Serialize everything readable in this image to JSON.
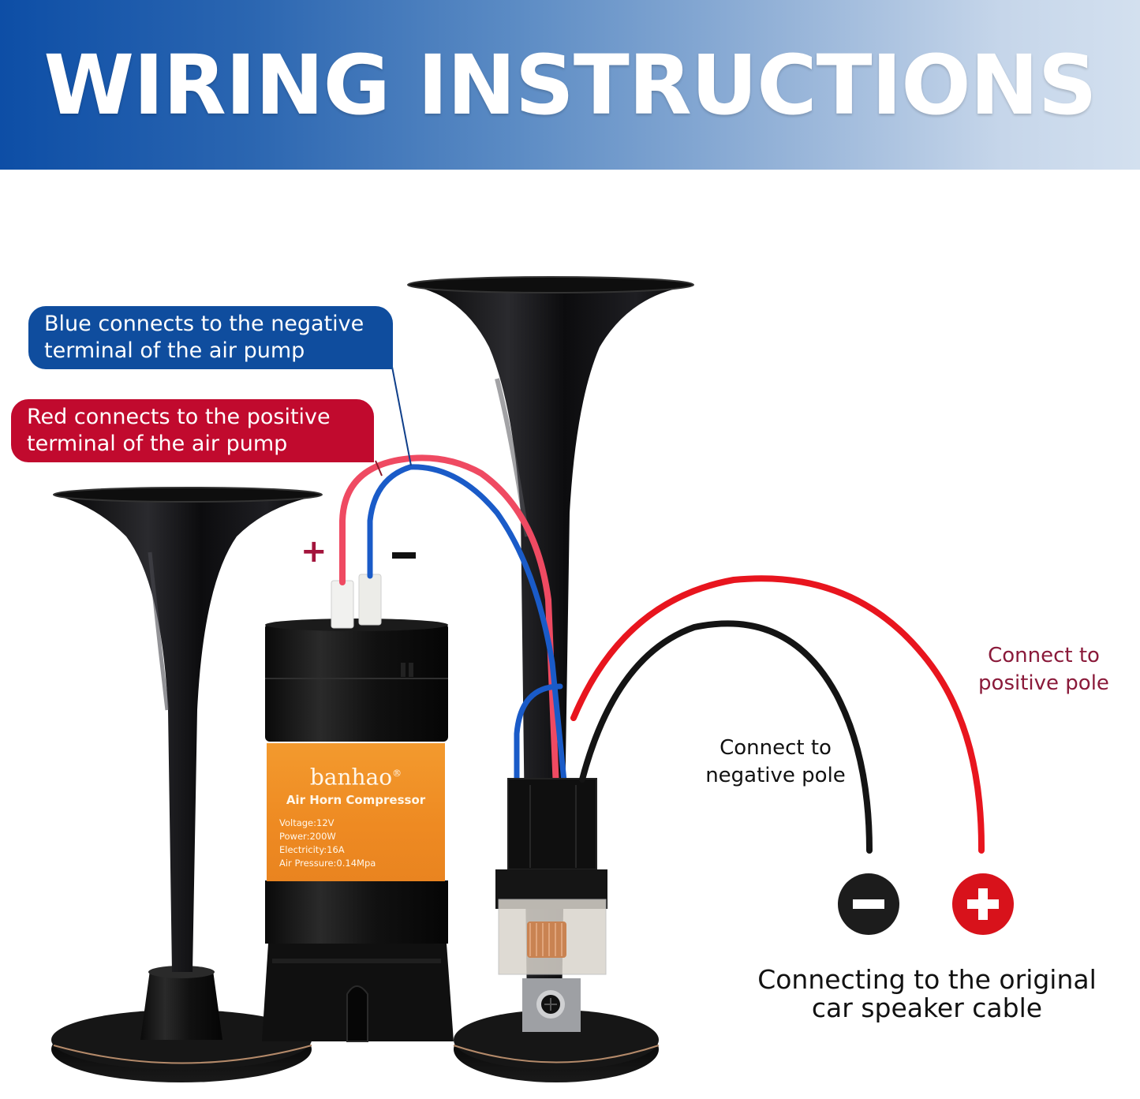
{
  "banner": {
    "title": "WIRING INSTRUCTIONS",
    "gradient_start": "#0d4ea6",
    "gradient_end": "#d3e0ef"
  },
  "callouts": {
    "blue": {
      "lines": [
        "Blue connects to the negative",
        "terminal of the air pump"
      ],
      "color": "#0f4d9e"
    },
    "red": {
      "lines": [
        "Red connects to the positive",
        "terminal of the air pump"
      ],
      "color": "#c10a2e"
    }
  },
  "pump_terminals": {
    "positive_sign": "+",
    "negative_sign": "−"
  },
  "compressor_label": {
    "brand": "banhao",
    "trademark": "®",
    "product": "Air Horn Compressor",
    "specs": [
      "Voltage:12V",
      "Power:200W",
      "Electricity:16A",
      "Air Pressure:0.14Mpa"
    ]
  },
  "pole_labels": {
    "positive": {
      "lines": [
        "Connect to",
        "positive pole"
      ],
      "color": "#8a1a3a"
    },
    "negative": {
      "lines": [
        "Connect to",
        "negative pole"
      ],
      "color": "#111111"
    }
  },
  "terminal_icons": {
    "negative": {
      "icon": "minus-circle-icon",
      "color": "#1c1c1c"
    },
    "positive": {
      "icon": "plus-circle-icon",
      "color": "#d8121b"
    }
  },
  "speaker_caption": {
    "lines": [
      "Connecting to the original",
      "car speaker cable"
    ]
  },
  "wire_colors": {
    "pump_red": "#ef4a62",
    "pump_blue": "#1a5bc8",
    "battery_red": "#e8151e",
    "battery_black": "#141414"
  }
}
